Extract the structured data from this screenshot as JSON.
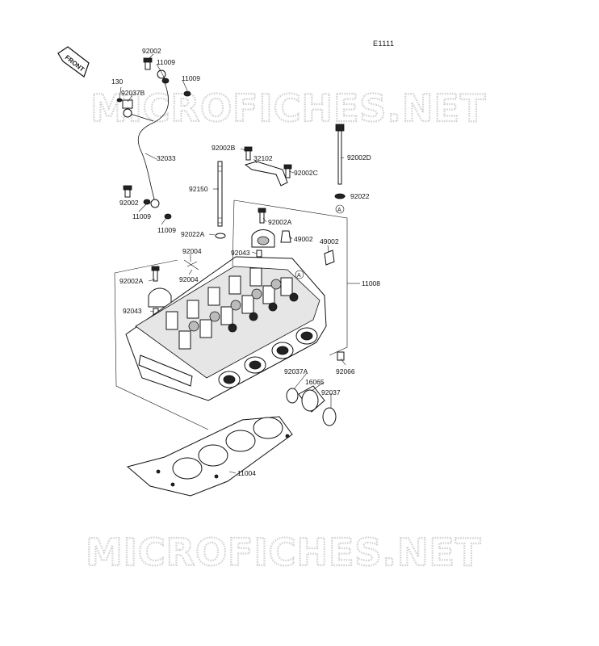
{
  "diagram": {
    "ref_code": "E1111",
    "front_label": "FRONT",
    "watermark": "MICROFICHES.NET",
    "parts": {
      "p92002_top": "92002",
      "p11009_a": "11009",
      "p11009_b": "11009",
      "p130": "130",
      "p92037b": "92037B",
      "p32033": "32033",
      "p92002_mid": "92002",
      "p11009_c": "11009",
      "p11009_d": "11009",
      "p92002b": "92002B",
      "p32102": "32102",
      "p92002c": "92002C",
      "p92002d": "92002D",
      "p92150": "92150",
      "p92022": "92022",
      "p92022a": "92022A",
      "p92002a_r": "92002A",
      "p49002_a": "49002",
      "p49002_b": "49002",
      "p92043_r": "92043",
      "p92004_a": "92004",
      "p92004_b": "92004",
      "p92002a_l": "92002A",
      "p92043_l": "92043",
      "p11008": "11008",
      "p92066": "92066",
      "p92037a": "92037A",
      "p16065": "16065",
      "p92037": "92037",
      "p11004": "11004"
    },
    "marker_a": "A"
  }
}
